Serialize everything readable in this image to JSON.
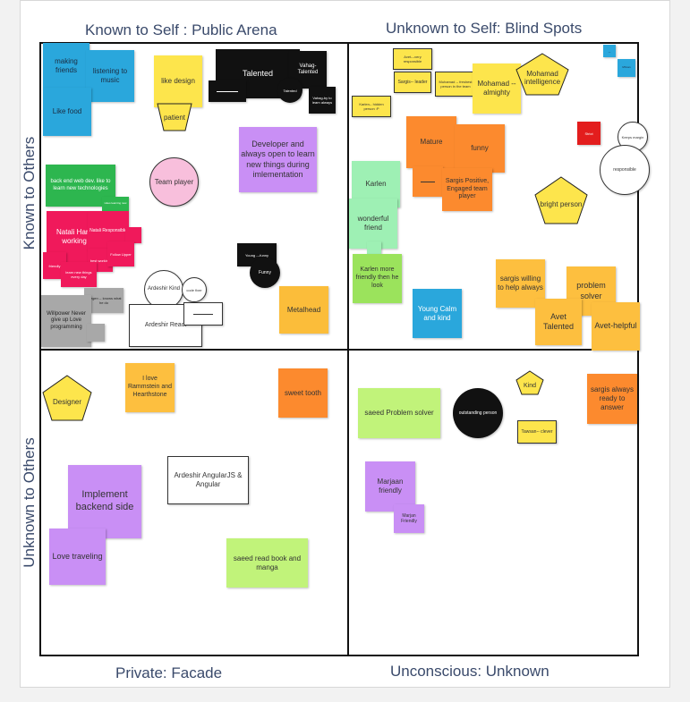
{
  "quadrant_titles": {
    "top_left": "Known to Self : Public Arena",
    "top_right": "Unknown to Self: Blind Spots",
    "bottom_left": "Private: Facade",
    "bottom_right": "Unconscious: Unknown",
    "left_top": "Known to Others",
    "left_bottom": "Unknown to Others"
  },
  "public_arena": {
    "making_friends": "making friends",
    "listening_music": "listening to music",
    "like_food": "Like food",
    "like_design": "like design",
    "patient": "patient",
    "talented": "Talented",
    "vahag_talented": "Vahag-Talented",
    "talented_small": "Talented",
    "vahag_always": "Vahag-by to learn always",
    "developer": "Developer and always open to learn new things during imlementation",
    "backend_web": "back end web dev. like to learn new technologies",
    "learning_small": "Likes learning new",
    "team_player": "Team player",
    "natali": "Natali Hard working",
    "natali_resp": "Natali Responsible",
    "friendly": "friendly",
    "best_working": "best working",
    "follow_upper": "Follow Upper",
    "learn_new": "learn new things every day",
    "young_funny": "Young ---funny",
    "funny": "Funny",
    "ardeshir_kind": "Ardeshir Kind",
    "code_fixer": "code fixer",
    "ardeshir_react": "Ardeshir React",
    "willpower": "Willpower Never give up Love programming",
    "vazgen": "Vazgen -- knows what he do",
    "metalhead": "Metalhead"
  },
  "blind_spots": {
    "avet_responsible": "Avet---very responsible",
    "sargis_leader": "Sargis-- leader",
    "mohamad_freshest": "Muhamad -- freshest person in the team",
    "karlen_hidden": "Karlen-- hidden person :P",
    "mohamad_almighty": "Mohamad -- almighty",
    "mohamad_intelligence": "Mohamad intelligence",
    "blue1": "--",
    "blue2": "Mhnan",
    "strict": "Strict",
    "keeps_margin": "Keeps margin",
    "responsible": "responsible",
    "mature": "Mature",
    "funny": "funny",
    "sargis_positive": "Sargis Positive, Engaged team player",
    "karlen": "Karlen",
    "wonderful_friend": "wonderful friend",
    "bright_person": "bright person",
    "karlen_friendly": "Karlen more friendly then he look",
    "young_calm": "Young Calm and kind",
    "sargis_willing": "sargis willing to help always",
    "problem_solver": "problem solver",
    "avet_talented": "Avet Talented",
    "avet_helpful": "Avet-helpful"
  },
  "facade": {
    "designer": "Designer",
    "rammstein": "I love Rammstein and Hearthstone",
    "sweet_tooth": "sweet tooth",
    "ardeshir_angular": "Ardeshir AngularJS & Angular",
    "implement_backend": "Implement backend side",
    "love_traveling": "Love traveling",
    "saeed_read": "saeed read book and manga"
  },
  "unknown": {
    "saeed_problem": "saeed Problem solver",
    "outstanding": "outstanding person",
    "kind": "Kind",
    "smart_clever": "Tawsan-- clever",
    "sargis_ready": "sargis always ready to answer",
    "marjaan_friendly": "Marjaan friendly",
    "marjan_friendly_small": "Marjan Friendly"
  }
}
